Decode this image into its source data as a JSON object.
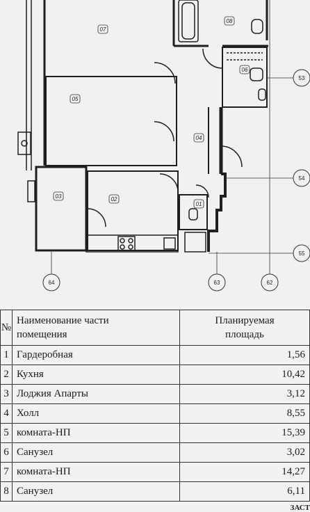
{
  "plan": {
    "rooms": [
      {
        "id": "r07",
        "label": "07"
      },
      {
        "id": "r08",
        "label": "08"
      },
      {
        "id": "r06",
        "label": "06"
      },
      {
        "id": "r05",
        "label": "05"
      },
      {
        "id": "r04",
        "label": "04"
      },
      {
        "id": "r03",
        "label": "03"
      },
      {
        "id": "r02",
        "label": "02"
      },
      {
        "id": "r01",
        "label": "01"
      }
    ],
    "axes": {
      "a53": "53",
      "a54": "54",
      "a55": "55",
      "a62": "62",
      "a63": "63",
      "a64": "64"
    }
  },
  "table": {
    "header": {
      "number": "№",
      "name_line1": "Наименование части",
      "name_line2": "помещения",
      "area_line1": "Планируемая",
      "area_line2": "площадь"
    },
    "rows": [
      {
        "n": "1",
        "name": "Гардеробная",
        "area": "1,56"
      },
      {
        "n": "2",
        "name": "Кухня",
        "area": "10,42"
      },
      {
        "n": "3",
        "name": "Лоджия Апарты",
        "area": "3,12"
      },
      {
        "n": "4",
        "name": "Холл",
        "area": "8,55"
      },
      {
        "n": "5",
        "name": "комната-НП",
        "area": "15,39"
      },
      {
        "n": "6",
        "name": "Санузел",
        "area": "3,02"
      },
      {
        "n": "7",
        "name": "комната-НП",
        "area": "14,27"
      },
      {
        "n": "8",
        "name": "Санузел",
        "area": "6,11"
      }
    ]
  },
  "footer": {
    "partial_text": "ЗАСТ"
  }
}
